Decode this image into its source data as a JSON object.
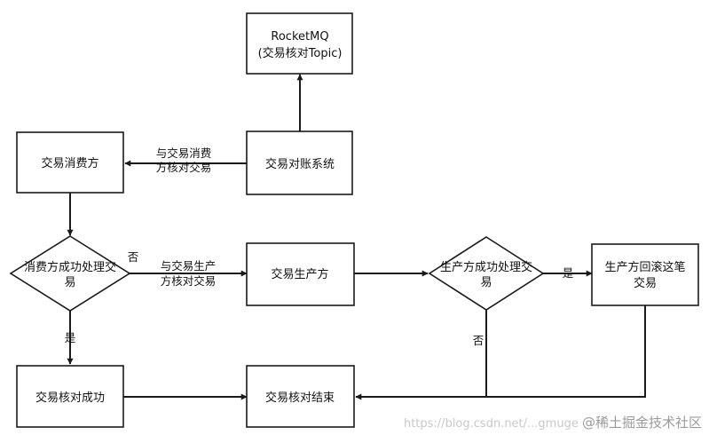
{
  "nodes": {
    "rocketmq": {
      "line1": "RocketMQ",
      "line2": "(交易核对Topic)"
    },
    "reconcile_system": {
      "label": "交易对账系统"
    },
    "consumer": {
      "label": "交易消费方"
    },
    "consumer_decision": {
      "line1": "消费方成功处理交",
      "line2": "易"
    },
    "producer": {
      "label": "交易生产方"
    },
    "producer_decision": {
      "line1": "生产方成功处理交",
      "line2": "易"
    },
    "producer_rollback": {
      "line1": "生产方回滚这笔",
      "line2": "交易"
    },
    "check_success": {
      "label": "交易核对成功"
    },
    "check_end": {
      "label": "交易核对结束"
    }
  },
  "edges": {
    "system_to_consumer": {
      "line1": "与交易消费",
      "line2": "方核对交易"
    },
    "consumer_no": {
      "label": "否"
    },
    "consumer_to_producer": {
      "line1": "与交易生产",
      "line2": "方核对交易"
    },
    "consumer_yes": {
      "label": "是"
    },
    "producer_yes": {
      "label": "是"
    },
    "producer_no": {
      "label": "否"
    }
  },
  "watermark": {
    "url": "https://blog.csdn.net/...gmuge",
    "brand": "@稀土掘金技术社区"
  }
}
